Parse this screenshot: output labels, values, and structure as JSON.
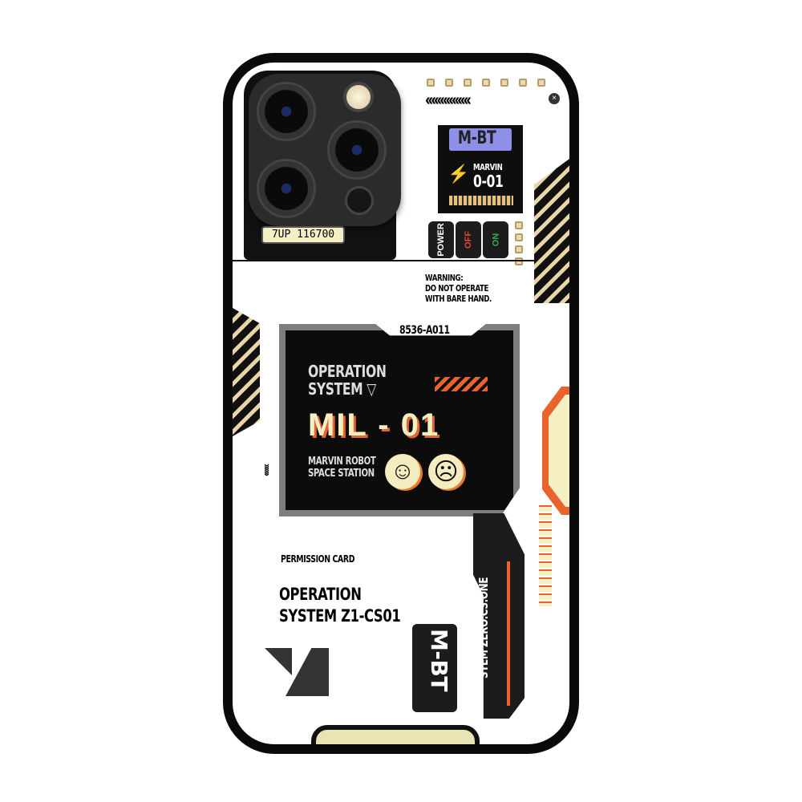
{
  "camera": {
    "serial": "7UP 116700"
  },
  "badge": {
    "title": "M-BT",
    "name": "MARVIN",
    "code": "0-01"
  },
  "power": {
    "power_label": "POWER",
    "off_label": "OFF",
    "on_label": "ON"
  },
  "warning": {
    "line1": "WARNING:",
    "line2": "DO NOT OPERATE",
    "line3": "WITH BARE HAND."
  },
  "screen": {
    "tag": "8536-A011",
    "os_line1": "OPERATION",
    "os_line2": "SYSTEM",
    "model": "MIL - 01",
    "sub1": "MARVIN ROBOT",
    "sub2": "SPACE STATION",
    "happy": "☺",
    "sad": "☹"
  },
  "card": {
    "label": "PERMISSION CARD",
    "line1": "OPERATION",
    "line2": "SYSTEM Z1-CS01"
  },
  "side": {
    "vertical": "STEM ZERO.CS.ONE",
    "logo": "M-BT"
  },
  "colors": {
    "orange": "#e8632d",
    "cream": "#f5efc4",
    "lilac": "#8f8fe8"
  }
}
